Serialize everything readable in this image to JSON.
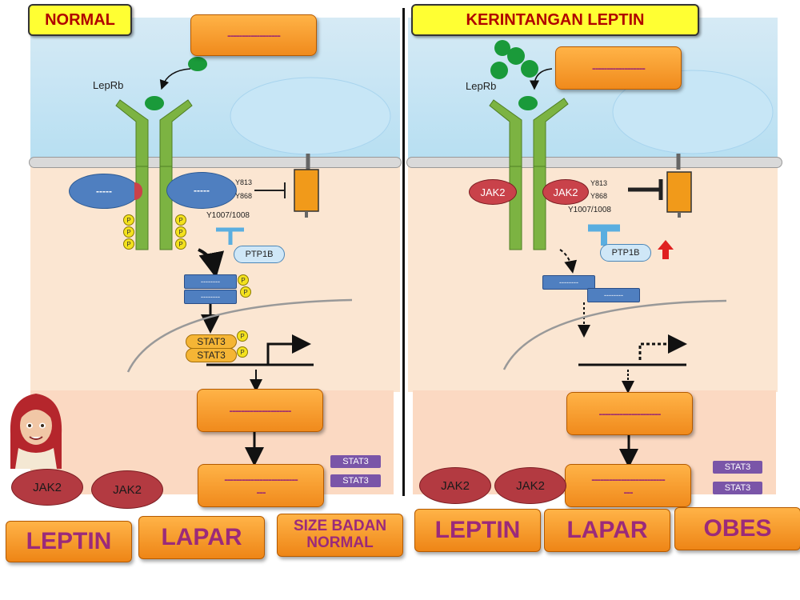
{
  "left": {
    "title": "NORMAL",
    "top_box": "------------------",
    "receptor_label": "LepRb",
    "jak_blank_1": "-----",
    "jak_blank_2": "-----",
    "y813": "Y813",
    "y868": "Y868",
    "y1007": "Y1007/1008",
    "ptp": "PTP1B",
    "blue_rect_1": "--------",
    "blue_rect_2": "--------",
    "stat3_a": "STAT3",
    "stat3_b": "STAT3",
    "p": "P",
    "mid_box": "---------------------",
    "bottom_box_line1": "-------------------------",
    "bottom_box_line2": "---",
    "tag_1": "STAT3",
    "tag_2": "STAT3",
    "jak2_a": "JAK2",
    "jak2_b": "JAK2"
  },
  "right": {
    "title": "KERINTANGAN LEPTIN",
    "top_box": "------------------",
    "receptor_label": "LepRb",
    "jak2_a": "JAK2",
    "jak2_b": "JAK2",
    "y813": "Y813",
    "y868": "Y868",
    "y1007": "Y1007/1008",
    "ptp": "PTP1B",
    "blue_rect_1": "--------",
    "blue_rect_2": "--------",
    "mid_box": "---------------------",
    "bottom_box_line1": "-------------------------",
    "bottom_box_line2": "---",
    "tag_1": "STAT3",
    "tag_2": "STAT3",
    "jak2_c": "JAK2",
    "jak2_d": "JAK2"
  },
  "answers": {
    "leptin_1": "LEPTIN",
    "lapar_1": "LAPAR",
    "size_line1": "SIZE BADAN",
    "size_line2": "NORMAL",
    "leptin_2": "LEPTIN",
    "lapar_2": "LAPAR",
    "obes": "OBES"
  },
  "colors": {
    "title_bg": "#ffff33",
    "title_text": "#b00000",
    "answer_text": "#9b2a7a",
    "box_orange": "#f08a1c",
    "receptor_green": "#7cb342"
  }
}
